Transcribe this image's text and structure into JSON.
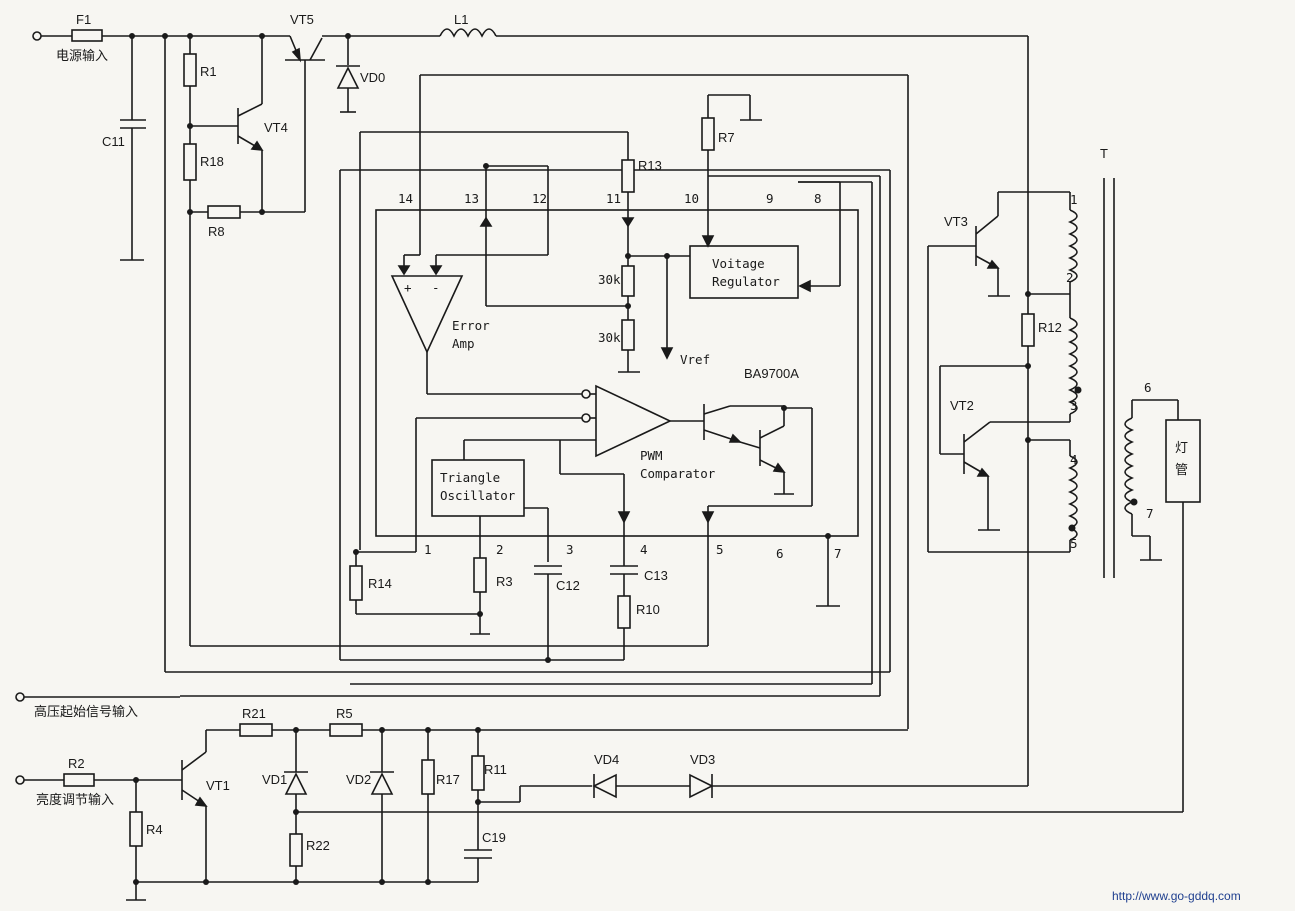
{
  "chip_name": "BA9700A",
  "inputs": {
    "power": "电源输入",
    "hv_start": "高压起始信号输入",
    "brightness": "亮度调节输入"
  },
  "lamp": {
    "label_top": "灯",
    "label_bottom": "管"
  },
  "transformer_label": "T",
  "winding_pins": [
    "1",
    "2",
    "3",
    "4",
    "5",
    "6",
    "7"
  ],
  "chip_pins": [
    "1",
    "2",
    "3",
    "4",
    "5",
    "6",
    "7",
    "8",
    "9",
    "10",
    "11",
    "12",
    "13",
    "14"
  ],
  "blocks": {
    "error_amp": [
      "Error",
      "Amp"
    ],
    "voltage_regulator": [
      "Voitage",
      "Regulator"
    ],
    "pwm_comparator": [
      "PWM",
      "Comparator"
    ],
    "triangle_oscillator": [
      "Triangle",
      "Oscillator"
    ],
    "vref": "Vref",
    "div_top": "30k",
    "div_bottom": "30k",
    "amp_plus": "+",
    "amp_minus": "-"
  },
  "components": {
    "F1": "F1",
    "L1": "L1",
    "VT5": "VT5",
    "VD0": "VD0",
    "C11": "C11",
    "R1": "R1",
    "R18": "R18",
    "R8": "R8",
    "VT4": "VT4",
    "R7": "R7",
    "R13": "R13",
    "R14": "R14",
    "R3": "R3",
    "C12": "C12",
    "C13": "C13",
    "R10": "R10",
    "VT3": "VT3",
    "VT2": "VT2",
    "R12": "R12",
    "R21": "R21",
    "R5": "R5",
    "R2": "R2",
    "VT1": "VT1",
    "R4": "R4",
    "VD1": "VD1",
    "VD2": "VD2",
    "R22": "R22",
    "R17": "R17",
    "R11": "R11",
    "C19": "C19",
    "VD4": "VD4",
    "VD3": "VD3"
  },
  "watermark": "http://www.go-gddq.com"
}
